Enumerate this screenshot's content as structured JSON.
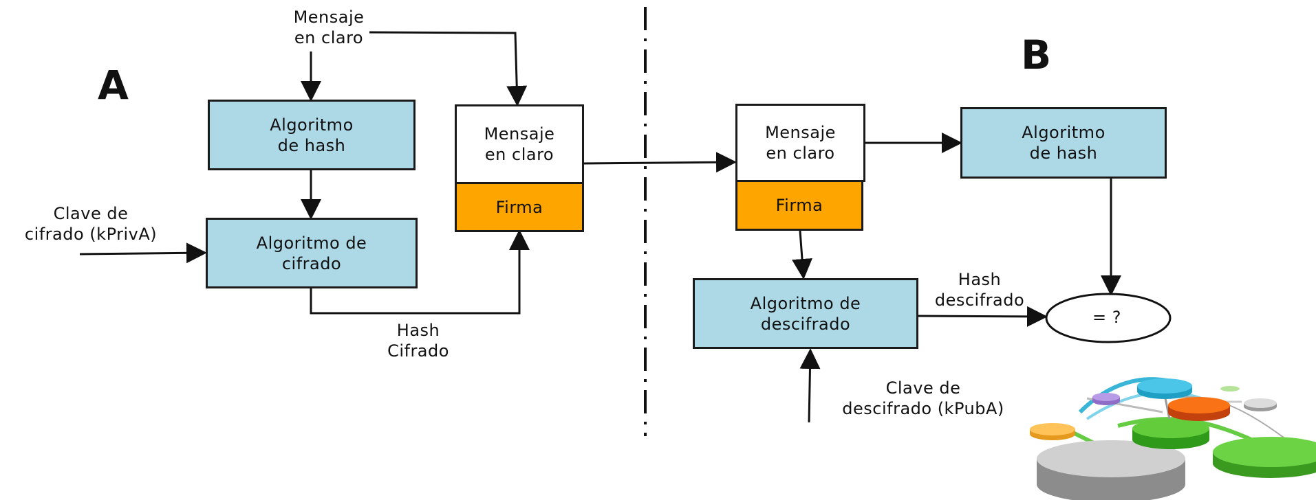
{
  "side_a": {
    "label": "A"
  },
  "side_b": {
    "label": "B"
  },
  "sender": {
    "message_label": "Mensaje\nen claro",
    "hash_algorithm": "Algoritmo\nde hash",
    "key_label": "Clave de\ncifrado (kPrivA)",
    "cipher_algorithm": "Algoritmo de\ncifrado",
    "hash_label": "Hash\nCifrado",
    "packet_message": "Mensaje\nen claro",
    "packet_signature": "Firma"
  },
  "receiver": {
    "packet_message": "Mensaje\nen claro",
    "packet_signature": "Firma",
    "hash_algorithm": "Algoritmo\nde hash",
    "decipher_algorithm": "Algoritmo de\ndescifrado",
    "hash_label": "Hash\ndescifrado",
    "compare": "= ?",
    "key_label": "Clave de\ndescifrado (kPubA)"
  },
  "colors": {
    "algorithm_box": "#add8e6",
    "signature_box": "#ffa500",
    "message_box": "#ffffff",
    "arrows": "#111111"
  },
  "icons": [
    "network-database-illustration"
  ]
}
